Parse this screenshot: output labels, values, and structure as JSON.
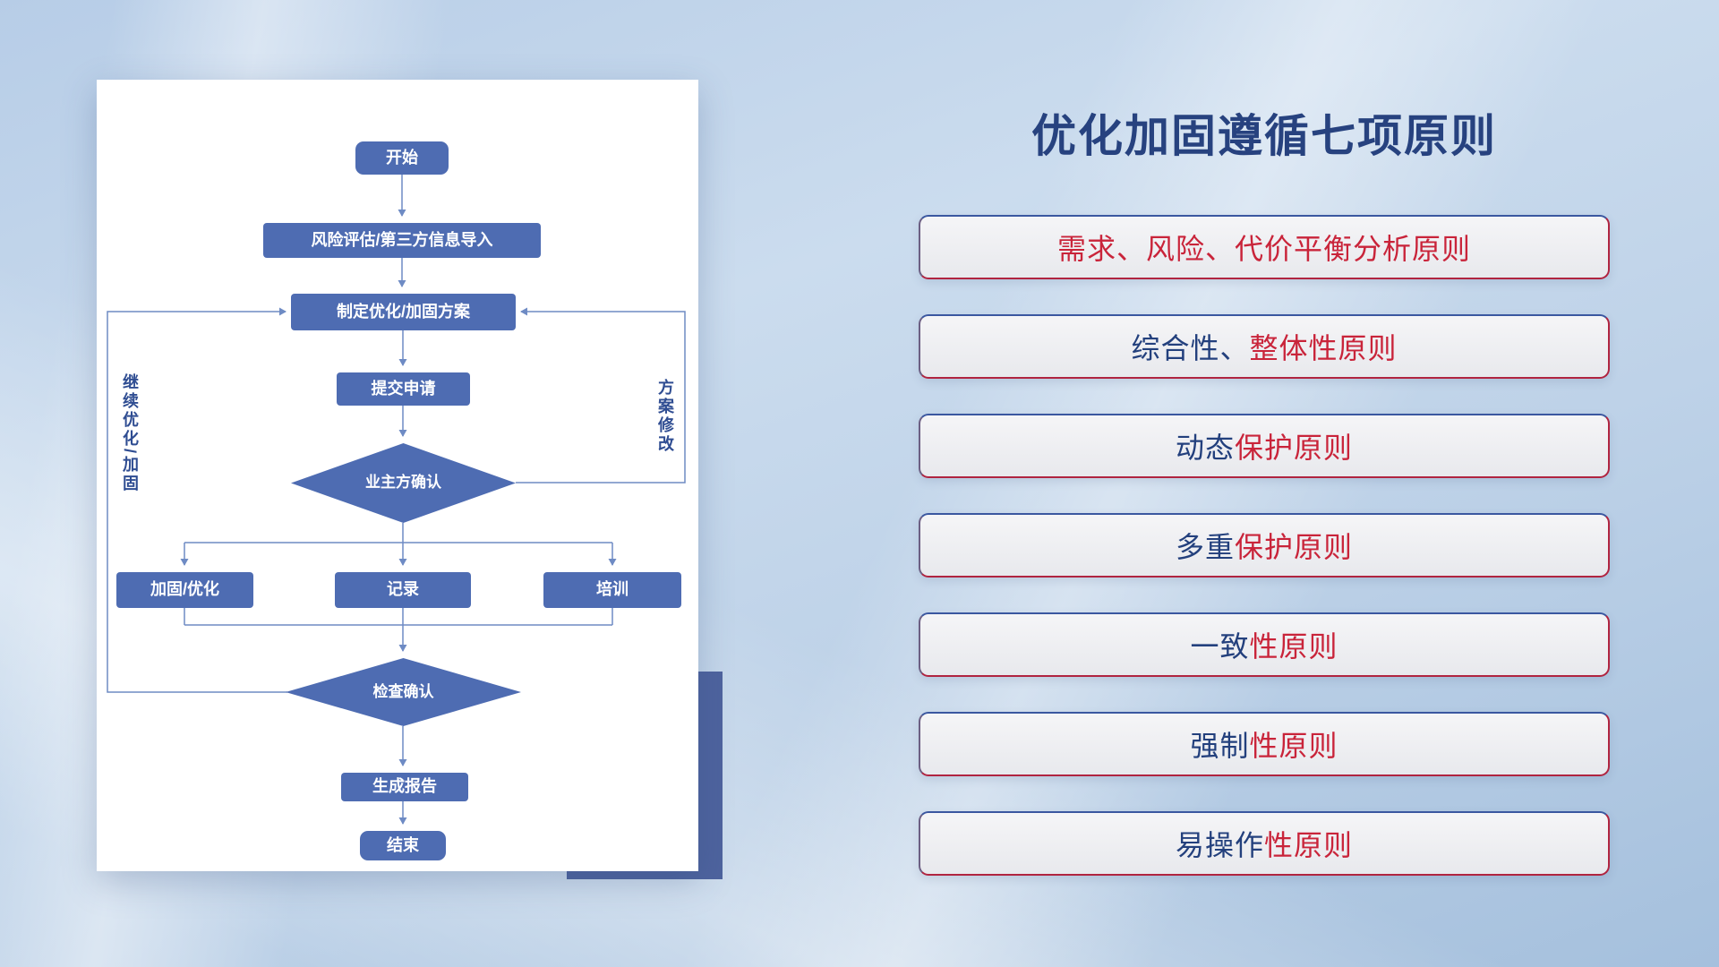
{
  "title": "优化加固遵循七项原则",
  "flowchart": {
    "nodes": {
      "start": "开始",
      "risk": "风险评估/第三方信息导入",
      "plan": "制定优化/加固方案",
      "submit": "提交申请",
      "owner_confirm": "业主方确认",
      "reinforce": "加固/优化",
      "record": "记录",
      "training": "培训",
      "check_confirm": "检查确认",
      "report": "生成报告",
      "end": "结束"
    },
    "labels": {
      "left_loop": "继续优化/加固",
      "right_loop": "方案修改"
    }
  },
  "principles": [
    {
      "blue": "",
      "red": "需求、风险、代价平衡分析原则"
    },
    {
      "blue": "综合性、",
      "red": "整体性原则"
    },
    {
      "blue": "动态",
      "red": "保护原则"
    },
    {
      "blue": "多重",
      "red": "保护原则"
    },
    {
      "blue": "一致",
      "red": "性原则"
    },
    {
      "blue": "强制",
      "red": "性原则"
    },
    {
      "blue": "易操作",
      "red": "性原则"
    }
  ],
  "colors": {
    "title_navy": "#27427f",
    "principle_red": "#c9243a",
    "principle_navy": "#23407d",
    "flow_node_blue": "#4e6cb2",
    "flow_line_blue": "#6e8bc4",
    "box_border_red": "#b02440",
    "box_border_navy": "#3a57a0",
    "card_shadow_block": "#4e639e",
    "background_blue": "#bed2e8"
  }
}
